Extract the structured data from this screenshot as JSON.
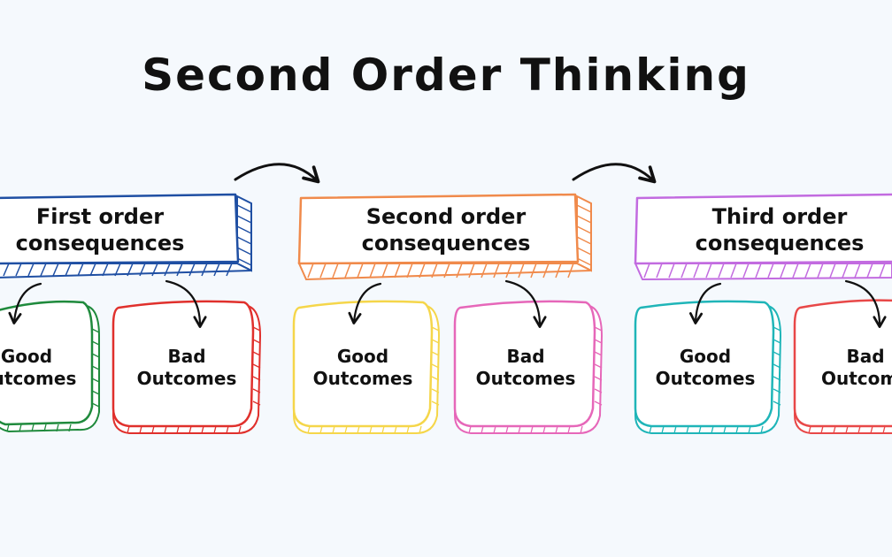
{
  "title": "Second Order Thinking",
  "stages": [
    {
      "label_line1": "First order",
      "label_line2": "consequences",
      "color": "#1f4fa3",
      "good": {
        "line1": "Good",
        "line2": "Outcomes",
        "color": "#1f8a3c"
      },
      "bad": {
        "line1": "Bad",
        "line2": "Outcomes",
        "color": "#e0302c"
      }
    },
    {
      "label_line1": "Second order",
      "label_line2": "consequences",
      "color": "#f08a4b",
      "good": {
        "line1": "Good",
        "line2": "Outcomes",
        "color": "#f5d64a"
      },
      "bad": {
        "line1": "Bad",
        "line2": "Outcomes",
        "color": "#e667b9"
      }
    },
    {
      "label_line1": "Third order",
      "label_line2": "consequences",
      "color": "#c26be0",
      "good": {
        "line1": "Good",
        "line2": "Outcomes",
        "color": "#1fb5b8"
      },
      "bad": {
        "line1": "Bad",
        "line2": "Outcomes",
        "color": "#e84848"
      }
    }
  ]
}
